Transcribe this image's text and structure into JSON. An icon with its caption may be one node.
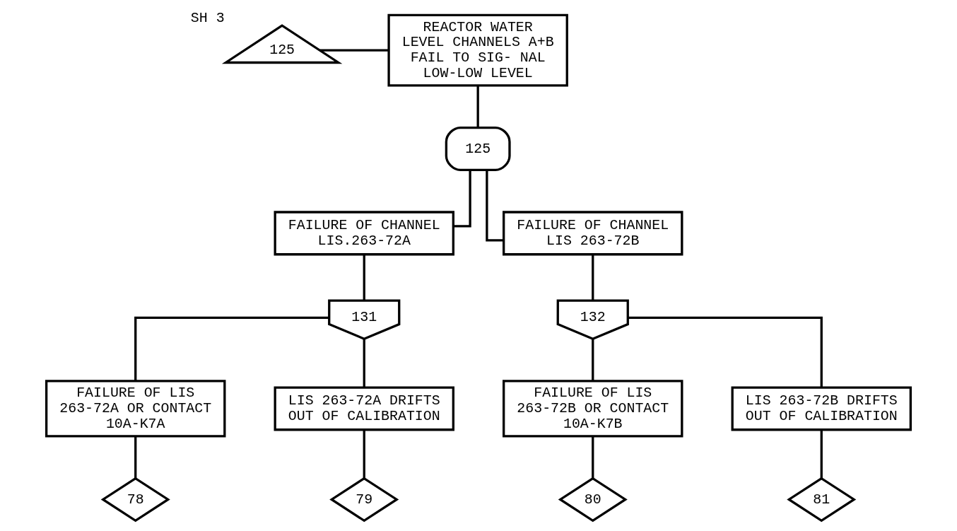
{
  "diagram": {
    "nodes": [
      {
        "text": [
          "REACTOR WATER LEVEL CHANNELS A+B FAIL TO SIG- NAL LOW-LOW LEVEL"
        ]
      },
      {
        "text": [
          "125"
        ],
        "beside": [
          "SH 3"
        ]
      },
      {
        "text": [
          "125"
        ]
      },
      {
        "text": [
          "FAILURE OF CHANNEL LIS.263-72A"
        ]
      },
      {
        "text": [
          "131"
        ]
      },
      {
        "text": [
          "FAILURE OF LIS 263-72A OR CONTACT 10A-K7A"
        ]
      },
      {
        "text": [
          "78"
        ]
      },
      {
        "text": [
          "LIS 263-72A DRIFTS OUT OF CALIBRATION"
        ]
      },
      {
        "text": [
          "79"
        ]
      },
      {
        "text": [
          "FAILURE OF CHANNEL LIS 263-72B"
        ]
      },
      {
        "text": [
          "132"
        ]
      },
      {
        "text": [
          "FAILURE OF LIS 263-72B OR CONTACT 10A-K7B"
        ]
      },
      {
        "text": [
          "80"
        ]
      },
      {
        "text": [
          "LIS 263-72B DRIFTS OUT OF CALIBRATION"
        ]
      },
      {
        "text": [
          "81"
        ]
      }
    ],
    "edges": [
      {
        "from": 1,
        "to": 0,
        "arrow": "none"
      },
      {
        "from": 0,
        "to": 2,
        "arrow": "none"
      },
      {
        "from": 2,
        "to": 3,
        "arrow": "none"
      },
      {
        "from": 2,
        "to": 9,
        "arrow": "none"
      },
      {
        "from": 3,
        "to": 4,
        "arrow": "none"
      },
      {
        "from": 4,
        "to": 5,
        "arrow": "none"
      },
      {
        "from": 4,
        "to": 7,
        "arrow": "none"
      },
      {
        "from": 5,
        "to": 6,
        "arrow": "none"
      },
      {
        "from": 7,
        "to": 8,
        "arrow": "none"
      },
      {
        "from": 9,
        "to": 10,
        "arrow": "none"
      },
      {
        "from": 10,
        "to": 11,
        "arrow": "none"
      },
      {
        "from": 10,
        "to": 13,
        "arrow": "none"
      },
      {
        "from": 11,
        "to": 12,
        "arrow": "none"
      },
      {
        "from": 13,
        "to": 14,
        "arrow": "none"
      }
    ]
  }
}
